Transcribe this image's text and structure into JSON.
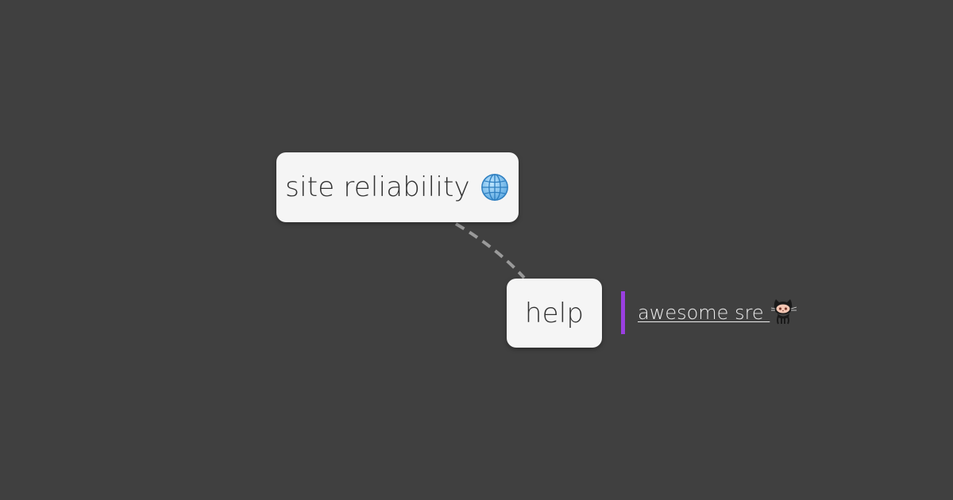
{
  "mindmap": {
    "root": {
      "label": "site reliability",
      "icon": "globe-icon"
    },
    "child": {
      "label": "help"
    },
    "link": {
      "text": "awesome sre ",
      "icon": "octocat-icon",
      "accent_color": "#9a3fe0"
    },
    "connector": {
      "style": "dashed",
      "color": "#9a9a9a"
    },
    "background": "#404040",
    "node_color": "#f5f5f5"
  }
}
